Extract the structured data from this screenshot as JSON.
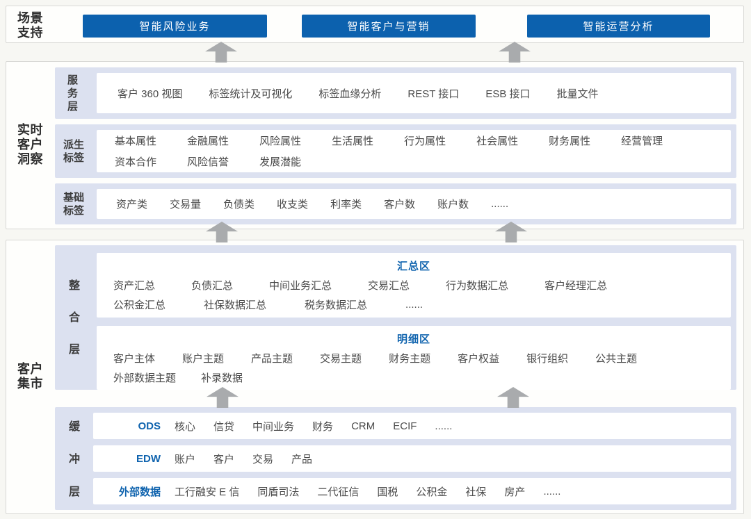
{
  "colors": {
    "accent_blue": "#0c61ae",
    "accent_text_blue": "#0f63ae",
    "band_lavender": "#dce1f0",
    "arrow_gray": "#a9abad"
  },
  "scenario_bar": {
    "label": "场景支持",
    "buttons": [
      "智能风险业务",
      "智能客户与营销",
      "智能运营分析"
    ]
  },
  "insight": {
    "label": "实时客户洞察",
    "service_layer": {
      "label": "服务层",
      "items": [
        "客户 360 视图",
        "标签统计及可视化",
        "标签血缘分析",
        "REST 接口",
        "ESB 接口",
        "批量文件"
      ]
    },
    "derived_tags": {
      "label": "派生标签",
      "items_row1": [
        "基本属性",
        "金融属性",
        "风险属性",
        "生活属性",
        "行为属性",
        "社会属性",
        "财务属性",
        "经营管理"
      ],
      "items_row2": [
        "资本合作",
        "风险信誉",
        "发展潜能"
      ]
    },
    "basic_tags": {
      "label": "基础标签",
      "items": [
        "资产类",
        "交易量",
        "负债类",
        "收支类",
        "利率类",
        "客户数",
        "账户数",
        "......"
      ]
    }
  },
  "mart": {
    "label": "客户集市",
    "integration_layer": {
      "label": "整合层",
      "summary_area": {
        "title": "汇总区",
        "items_row1": [
          "资产汇总",
          "负债汇总",
          "中间业务汇总",
          "交易汇总",
          "行为数据汇总",
          "客户经理汇总"
        ],
        "items_row2": [
          "公积金汇总",
          "社保数据汇总",
          "税务数据汇总",
          "......"
        ]
      },
      "detail_area": {
        "title": "明细区",
        "items_row1": [
          "客户主体",
          "账户主题",
          "产品主题",
          "交易主题",
          "财务主题",
          "客户权益",
          "银行组织",
          "公共主题"
        ],
        "items_row2": [
          "外部数据主题",
          "补录数据"
        ]
      }
    },
    "buffer_layer": {
      "label": "缓冲层",
      "rows": [
        {
          "key": "ODS",
          "items": [
            "核心",
            "信贷",
            "中间业务",
            "财务",
            "CRM",
            "ECIF",
            "......"
          ]
        },
        {
          "key": "EDW",
          "items": [
            "账户",
            "客户",
            "交易",
            "产品"
          ]
        },
        {
          "key": "外部数据",
          "items": [
            "工行融安 E 信",
            "同盾司法",
            "二代征信",
            "国税",
            "公积金",
            "社保",
            "房产",
            "......"
          ]
        }
      ]
    }
  }
}
